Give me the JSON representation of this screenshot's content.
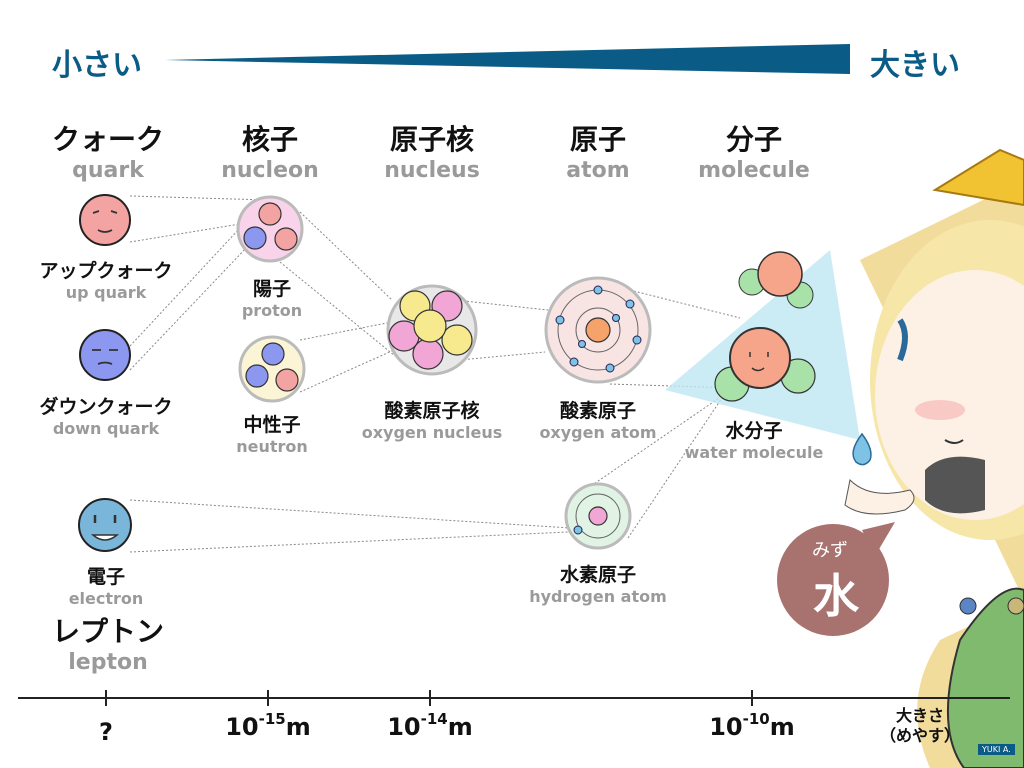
{
  "scale": {
    "small": "小さい",
    "large": "大きい"
  },
  "headers": [
    {
      "ja": "クォーク",
      "en": "quark"
    },
    {
      "ja": "核子",
      "en": "nucleon"
    },
    {
      "ja": "原子核",
      "en": "nucleus"
    },
    {
      "ja": "原子",
      "en": "atom"
    },
    {
      "ja": "分子",
      "en": "molecule"
    }
  ],
  "particles": {
    "up_quark": {
      "ja": "アップクォーク",
      "en": "up quark"
    },
    "down_quark": {
      "ja": "ダウンクォーク",
      "en": "down quark"
    },
    "electron": {
      "ja": "電子",
      "en": "electron"
    },
    "proton": {
      "ja": "陽子",
      "en": "proton"
    },
    "neutron": {
      "ja": "中性子",
      "en": "neutron"
    },
    "oxygen_nucleus": {
      "ja": "酸素原子核",
      "en": "oxygen nucleus"
    },
    "oxygen_atom": {
      "ja": "酸素原子",
      "en": "oxygen atom"
    },
    "hydrogen_atom": {
      "ja": "水素原子",
      "en": "hydrogen atom"
    },
    "water_molecule": {
      "ja": "水分子",
      "en": "water molecule"
    }
  },
  "lepton": {
    "ja": "レプトン",
    "en": "lepton"
  },
  "axis": {
    "ticks": [
      {
        "base": "?",
        "exp": "",
        "unit": ""
      },
      {
        "base": "10",
        "exp": "-15",
        "unit": "m"
      },
      {
        "base": "10",
        "exp": "-14",
        "unit": "m"
      },
      {
        "base": "10",
        "exp": "-10",
        "unit": "m"
      }
    ],
    "label_line1": "大きさ",
    "label_line2": "（めやす）"
  },
  "bubble": {
    "furigana": "みず",
    "kanji": "水"
  },
  "credit": "YUKI A.",
  "colors": {
    "accent": "#0a5c86",
    "up_quark": "#f4a3a3",
    "down_quark": "#8c97f0",
    "electron": "#79b6d9",
    "bubble": "#a8726f"
  }
}
